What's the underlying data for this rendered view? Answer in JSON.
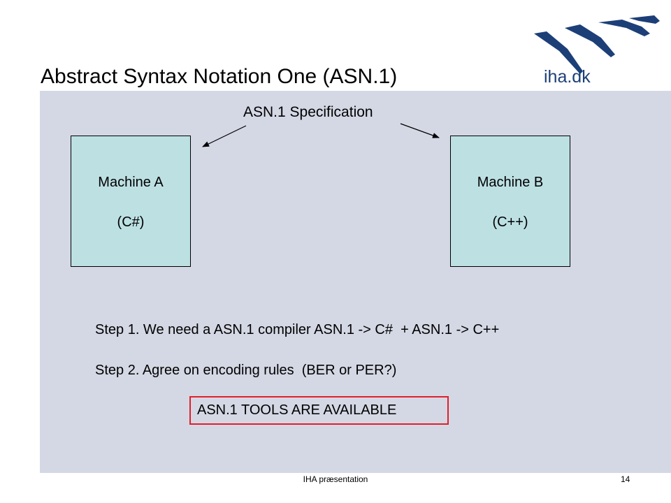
{
  "slide": {
    "title": "Abstract Syntax Notation One (ASN.1)",
    "logo_text": "iha.dk",
    "spec_label": "ASN.1 Specification",
    "machines": [
      {
        "name": "Machine A",
        "lang": "(C#)"
      },
      {
        "name": "Machine B",
        "lang": "(C++)"
      }
    ],
    "steps": [
      "Step 1. We need a ASN.1 compiler ASN.1 -> C#  + ASN.1 -> C++",
      "Step 2. Agree on encoding rules  (BER or PER?)"
    ],
    "tools_note": "ASN.1 TOOLS ARE AVAILABLE"
  },
  "footer": {
    "center_text": "IHA præsentation",
    "page_number": "14"
  },
  "colors": {
    "panel_background": "#d4d8e4",
    "machine_fill": "#bde0e3",
    "logo_blue": "#1d3f78",
    "highlight_border": "#e0202a"
  },
  "icons": {
    "logo": "iha-wing-logo-icon",
    "arrows": "arrow-icon"
  }
}
